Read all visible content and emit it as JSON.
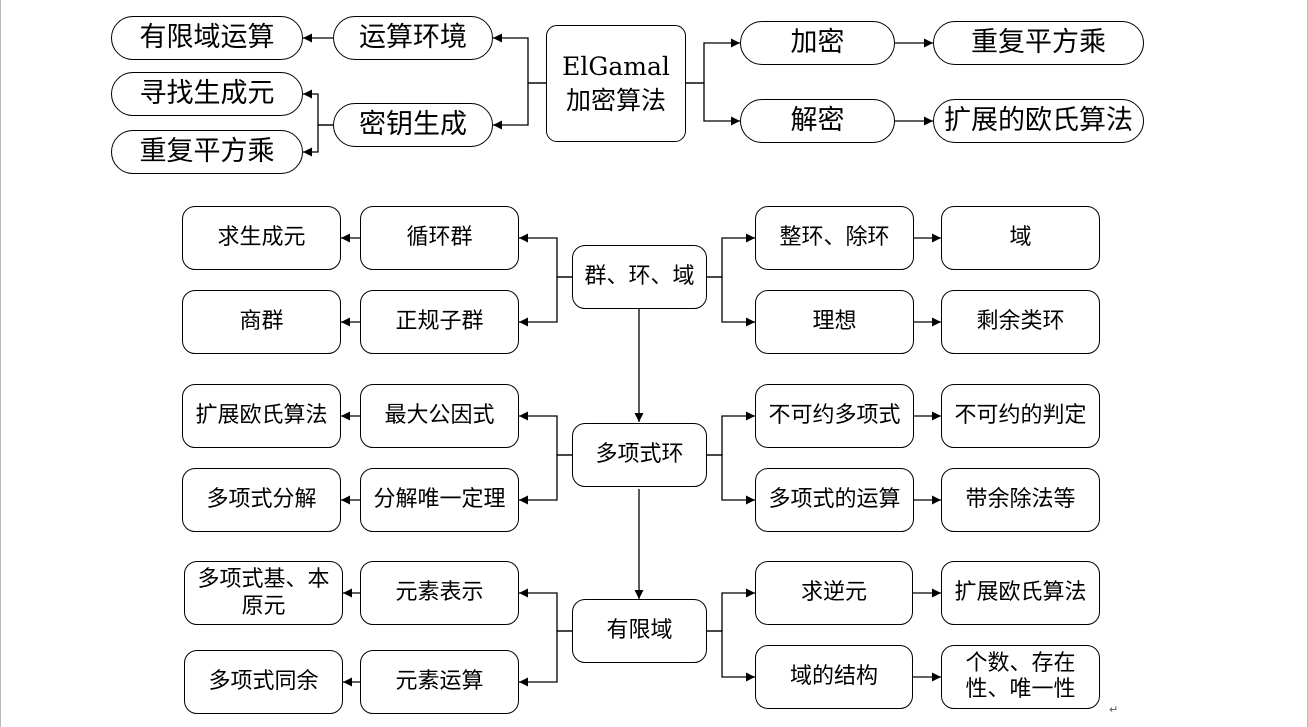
{
  "top_diagram": {
    "root_line1": "ElGamal",
    "root_line2": "加密算法",
    "computing_environment": "运算环境",
    "finite_field_arithmetic": "有限域运算",
    "key_generation": "密钥生成",
    "find_generator": "寻找生成元",
    "square_multiply_keygen": "重复平方乘",
    "encryption": "加密",
    "square_multiply_encrypt": "重复平方乘",
    "decryption": "解密",
    "extended_euclid_decrypt": "扩展的欧氏算法"
  },
  "bottom_diagram": {
    "groups_rings_fields": "群、环、域",
    "cyclic_group": "循环群",
    "find_generator": "求生成元",
    "normal_subgroup": "正规子群",
    "quotient_group": "商群",
    "integral_division_ring": "整环、除环",
    "field": "域",
    "ideal": "理想",
    "residue_class_ring": "剩余类环",
    "polynomial_ring": "多项式环",
    "greatest_common_factor": "最大公因式",
    "extended_euclid": "扩展欧氏算法",
    "unique_factorization": "分解唯一定理",
    "polynomial_factorization": "多项式分解",
    "irreducible_polynomial": "不可约多项式",
    "irreducibility_test": "不可约的判定",
    "polynomial_operations": "多项式的运算",
    "division_with_remainder": "带余除法等",
    "finite_field": "有限域",
    "element_representation": "元素表示",
    "polynomial_basis": "多项式基、本原元",
    "element_operations": "元素运算",
    "polynomial_congruence": "多项式同余",
    "find_inverse": "求逆元",
    "extended_euclid_inverse": "扩展欧氏算法",
    "field_structure": "域的结构",
    "count_existence_uniqueness": "个数、存在性、唯一性"
  },
  "paragraph_mark": "↵"
}
